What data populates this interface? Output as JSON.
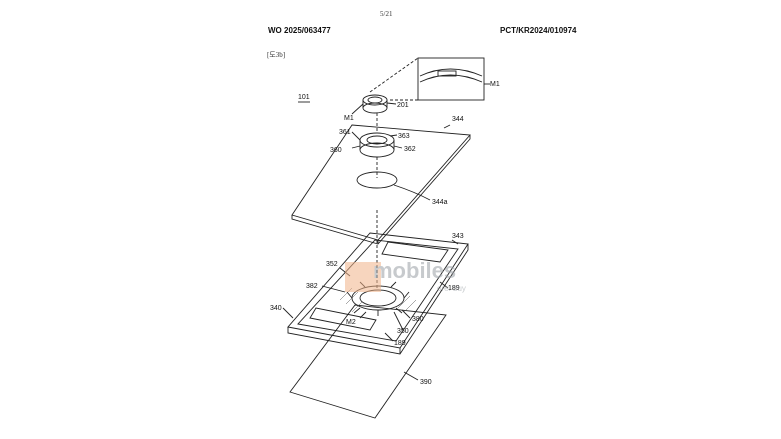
{
  "header": {
    "page_number": "5/21",
    "left_id": "WO 2025/063477",
    "right_id": "PCT/KR2024/010974",
    "figure_label": "[도3b]"
  },
  "reference_numerals": {
    "r101": "101",
    "r201": "201",
    "rM1a": "M1",
    "rM1b": "M1",
    "r361": "361",
    "r363": "363",
    "r360": "360",
    "r362": "362",
    "r344": "344",
    "r344a": "344a",
    "r343": "343",
    "r352": "352",
    "r189a": "189",
    "r382": "382",
    "r340": "340",
    "rM2": "M2",
    "r380": "380",
    "r350": "350",
    "r189b": "189",
    "r390": "390"
  },
  "watermark": {
    "brand": "mobiles",
    "tagline": "ore. buy"
  }
}
